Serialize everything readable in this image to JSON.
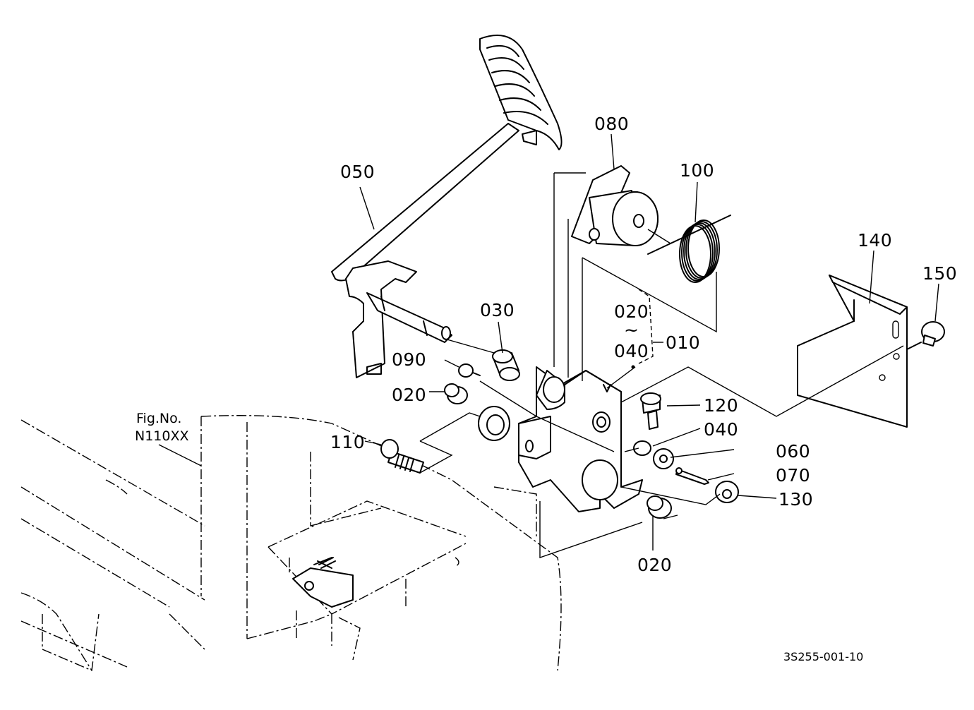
{
  "figure": {
    "reference_code": "3S255-001-10",
    "fig_ref_line1": "Fig.No.",
    "fig_ref_line2": "N110XX"
  },
  "callouts": {
    "c050": "050",
    "c080": "080",
    "c100": "100",
    "c140": "140",
    "c150": "150",
    "c030": "030",
    "c090": "090",
    "c020_a": "020",
    "c110": "110",
    "c020_range_top": "020",
    "c020_range_tilde": "~",
    "c040_range_bottom": "040",
    "c010": "010",
    "c120": "120",
    "c040": "040",
    "c060": "060",
    "c070": "070",
    "c130": "130",
    "c020_b": "020"
  }
}
